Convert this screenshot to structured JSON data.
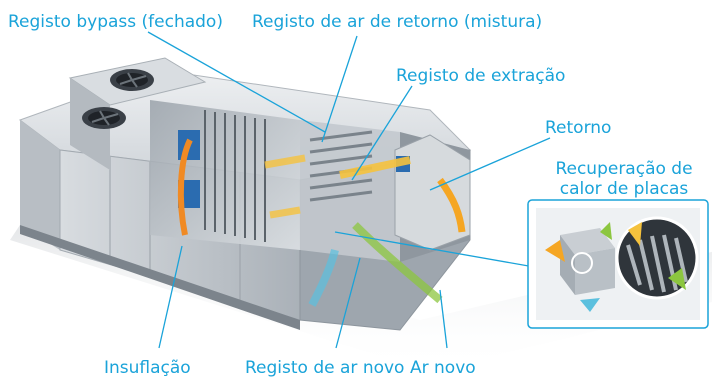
{
  "labels": {
    "bypass_damper": "Registo bypass (fechado)",
    "return_air_damper": "Registo de ar de retorno (mistura)",
    "exhaust_damper": "Registo de extração",
    "return": "Retorno",
    "heat_recovery_line1": "Recuperação de",
    "heat_recovery_line2": "calor de placas",
    "supply": "Insuflação",
    "fresh_air_damper": "Registo de ar novo",
    "fresh_air": "Ar novo"
  },
  "colors": {
    "label_text": "#1aa3d9",
    "leader_line": "#1aa3d9",
    "unit_body": "#c9ced4",
    "unit_dark": "#6d757c",
    "airflow_warm": "#f5a623",
    "airflow_supply": "#f08a24",
    "airflow_fresh": "#8cc63f",
    "airflow_cool": "#5bc0de",
    "fan_motor": "#2b6cb0"
  },
  "icons": [
    "fan-icon",
    "heat-exchanger-icon",
    "magnifier-circle-icon"
  ]
}
